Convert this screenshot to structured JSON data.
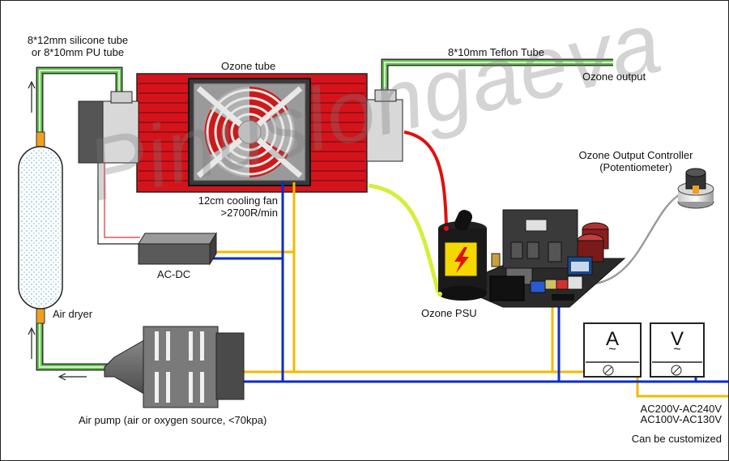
{
  "labels": {
    "silicone_tube_line1": "8*12mm silicone tube",
    "silicone_tube_line2": "or 8*10mm PU tube",
    "ozone_tube": "Ozone tube",
    "teflon_tube": "8*10mm Teflon Tube",
    "ozone_output": "Ozone output",
    "controller_line1": "Ozone Output Controller",
    "controller_line2": "(Potentiometer)",
    "cooling_fan_line1": "12cm cooling fan",
    "cooling_fan_line2": ">2700R/min",
    "ac_dc": "AC-DC",
    "air_dryer": "Air dryer",
    "ozone_psu": "Ozone PSU",
    "air_pump": "Air pump (air or oxygen source, <70kpa)",
    "power_line1": "AC200V-AC240V",
    "power_line2": "AC100V-AC130V",
    "customized": "Can be customized",
    "ammeter_symbol": "A",
    "voltmeter_symbol": "V",
    "ac_symbol": "~"
  },
  "watermark": "Pinuslongaeva",
  "colors": {
    "tube_green": "#4caf3c",
    "ozone_tube_red": "#d4141a",
    "wire_yellow": "#f5b800",
    "wire_blue": "#0a2cc8",
    "wire_red": "#e01010",
    "hv_wire": "#d6ee3a",
    "pcb": "#3a3a3a"
  }
}
